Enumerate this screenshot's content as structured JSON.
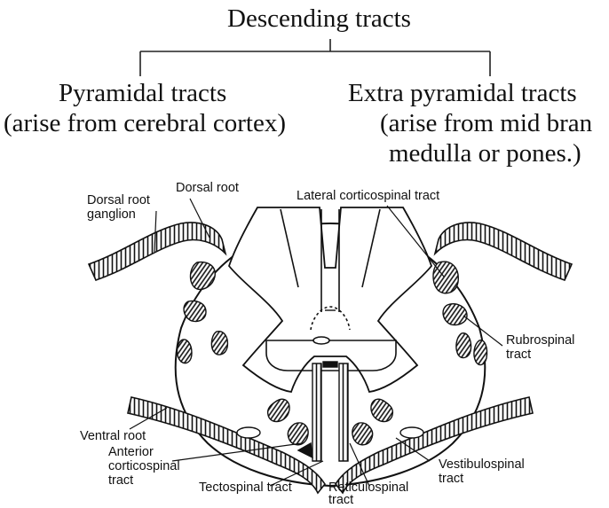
{
  "heading": {
    "title": "Descending tracts",
    "left_branch": {
      "line1": "Pyramidal tracts",
      "line2": "(arise from cerebral cortex)"
    },
    "right_branch": {
      "line1": "Extra pyramidal tracts",
      "line2": "(arise from mid bran",
      "line3": "medulla or pones.)"
    }
  },
  "labels": {
    "dorsal_root_ganglion_1": "Dorsal root",
    "dorsal_root_ganglion_2": "ganglion",
    "dorsal_root": "Dorsal root",
    "lateral_corticospinal": "Lateral corticospinal tract",
    "rubrospinal_1": "Rubrospinal",
    "rubrospinal_2": "tract",
    "ventral_root": "Ventral root",
    "anterior_corticospinal_1": "Anterior",
    "anterior_corticospinal_2": "corticospinal",
    "anterior_corticospinal_3": "tract",
    "tectospinal": "Tectospinal tract",
    "reticulospinal_1": "Reticulospinal",
    "reticulospinal_2": "tract",
    "vestibulospinal_1": "Vestibulospinal",
    "vestibulospinal_2": "tract"
  }
}
